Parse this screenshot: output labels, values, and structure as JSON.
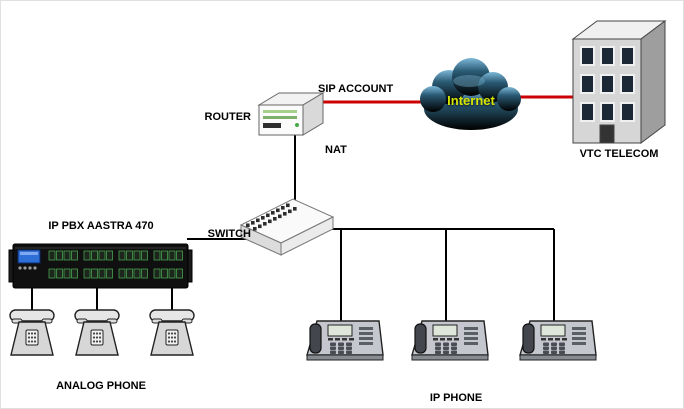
{
  "diagram": {
    "labels": {
      "router": "ROUTER",
      "sip_account": "SIP ACCOUNT",
      "nat": "NAT",
      "internet": "Internet",
      "vtc_telecom": "VTC TELECOM",
      "switch": "SWITCH",
      "ip_pbx": "IP PBX AASTRA 470",
      "analog_phone": "ANALOG PHONE",
      "ip_phone": "IP PHONE"
    },
    "devices": {
      "router_count": 1,
      "internet_cloud_count": 1,
      "vtc_building_count": 1,
      "switch_count": 1,
      "ip_pbx_count": 1,
      "analog_phone_count": 3,
      "ip_phone_count": 3
    },
    "colors": {
      "wan_link": "#cc0000",
      "lan_link": "#000000",
      "internet_text": "#d6e600"
    }
  }
}
